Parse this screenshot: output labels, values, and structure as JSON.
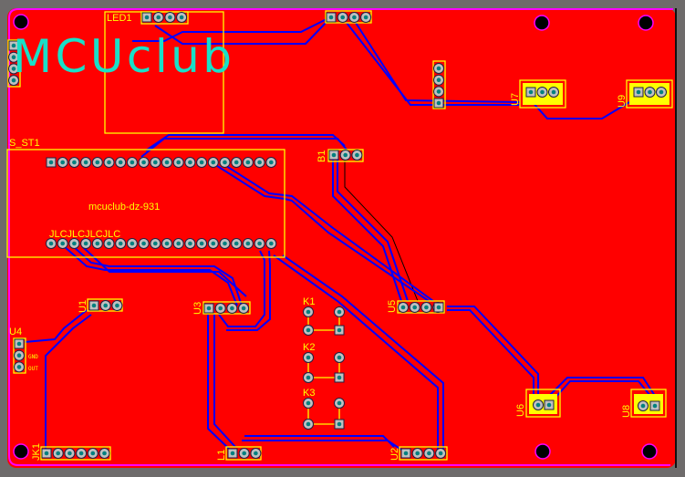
{
  "board": {
    "logo_text": "MCUclub",
    "module_text": "mcuclub-dz-931",
    "silkscreen_marks": "JLCJLCJLCJLC",
    "colors": {
      "copper": "#ff0000",
      "silk": "#ffff00",
      "trace": "#0000ff",
      "outline": "#ff00ff",
      "logo": "#19e0c8",
      "pad": "#c0c0c0",
      "drill": "#008080"
    }
  },
  "components": {
    "led1": "LED1",
    "s_st1": "S_ST1",
    "b1": "B1",
    "u1": "U1",
    "u2": "U2",
    "u3": "U3",
    "u4": "U4",
    "u5": "U5",
    "u6": "U6",
    "u7": "U7",
    "u8": "U8",
    "u9": "U9",
    "k1": "K1",
    "k2": "K2",
    "k3": "K3",
    "jk1": "JK1",
    "l1": "L1"
  },
  "pin_labels": {
    "u4_gnd": "GND",
    "u4_out": "OUT"
  }
}
